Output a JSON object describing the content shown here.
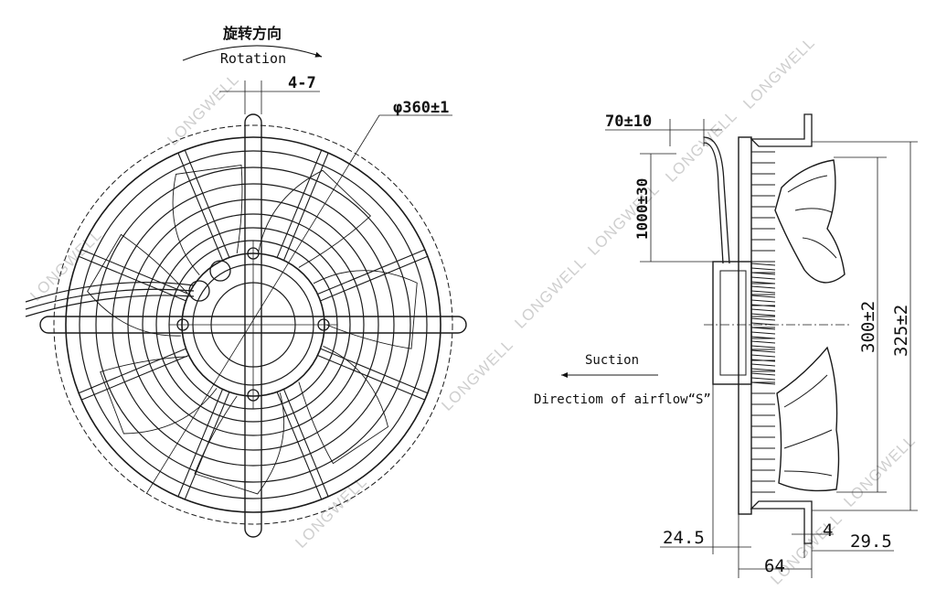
{
  "front_view": {
    "rotation_label_cn": "旋转方向",
    "rotation_label_en": "Rotation",
    "dim_gap": "4-7",
    "dim_diameter": "φ360±1"
  },
  "side_view": {
    "dim_cable_stub": "70±10",
    "dim_cable_length": "1000±30",
    "dim_blade_height": "300±2",
    "dim_overall_height": "325±2",
    "dim_front_offset": "24.5",
    "dim_depth": "64",
    "dim_flange": "4",
    "dim_rear": "29.5"
  },
  "airflow": {
    "suction_label": "Suction",
    "direction_label": "Directiom of airflow“S”"
  },
  "watermark": {
    "text": "LONGWELL"
  },
  "colors": {
    "line": "#1a1a1a",
    "watermark": "#cfcfcf",
    "background": "#ffffff"
  }
}
